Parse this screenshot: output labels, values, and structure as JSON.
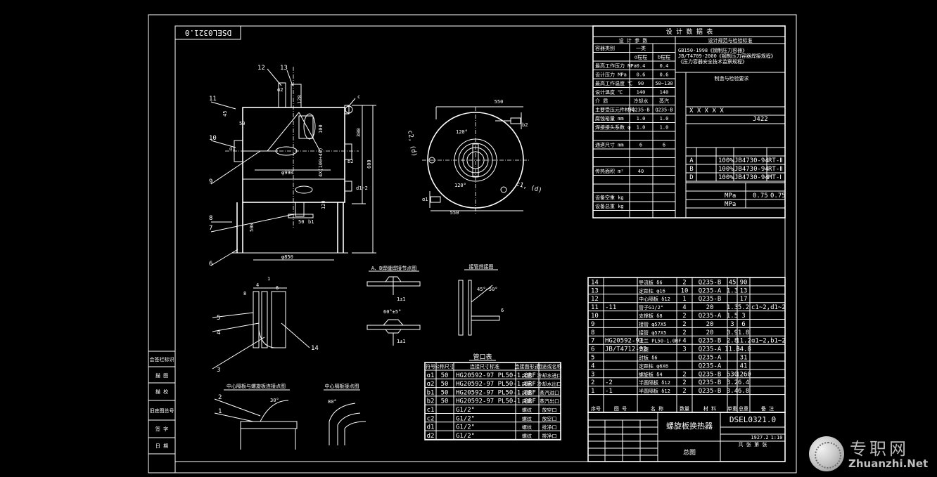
{
  "drawing_number": "DSEL0321.0",
  "design_data": {
    "title": "设 计 数 据 表",
    "header_left": "设 计 参 数",
    "header_right": "设计规范与检验标准",
    "rows": [
      {
        "label": "容器类别",
        "c1": "一类",
        "c2": ""
      },
      {
        "label": "",
        "c1": "ɑ程程",
        "c2": "b程程"
      },
      {
        "label": "最高工作压力 MPa",
        "c1": "0.4",
        "c2": "0.4"
      },
      {
        "label": "设计压力 MPa",
        "c1": "0.6",
        "c2": "0.6"
      },
      {
        "label": "最高工作温度 ℃",
        "c1": "90",
        "c2": "50~130"
      },
      {
        "label": "设计温度 ℃",
        "c1": "140",
        "c2": "140"
      },
      {
        "label": "介 质",
        "c1": "冷却水",
        "c2": "蒸汽"
      },
      {
        "label": "主要受压元件材料",
        "c1": "Q235-B",
        "c2": "Q235-B"
      },
      {
        "label": "腐蚀裕量 mm",
        "c1": "1.0",
        "c2": "1.0"
      },
      {
        "label": "焊接接头系数 φ",
        "c1": "1.0",
        "c2": "1.0"
      },
      {
        "label": "",
        "c1": "",
        "c2": ""
      },
      {
        "label": "通道尺寸 mm",
        "c1": "6",
        "c2": "6"
      },
      {
        "label": "",
        "c1": "",
        "c2": ""
      },
      {
        "label": "",
        "c1": "",
        "c2": ""
      },
      {
        "label": "传热面积 m²",
        "c1": "40",
        "c2": ""
      },
      {
        "label": "",
        "c1": "",
        "c2": ""
      },
      {
        "label": "",
        "c1": "",
        "c2": ""
      },
      {
        "label": "设备空重 kg",
        "c1": "",
        "c2": ""
      },
      {
        "label": "设备总重 kg",
        "c1": "",
        "c2": ""
      }
    ],
    "standards": [
      "GB150-1998《钢制压力容器》",
      "JB/T4709-2000《钢制压力容器焊接规程》",
      "《压力容器安全技术监察规程》"
    ],
    "weld_mark": "X X X X X",
    "weld_code": "J422",
    "ndt_rows": [
      {
        "code": "A",
        "pct": "100%",
        "std": "JB4730-94",
        "method": "RT-Ⅱ"
      },
      {
        "code": "B",
        "pct": "100%",
        "std": "JB4730-94",
        "method": "RT-Ⅱ"
      },
      {
        "code": "D",
        "pct": "100%",
        "std": "JB4730-94",
        "method": "MT-Ⅰ"
      }
    ],
    "test_pressure_a": "0.75",
    "test_pressure_b": "0.75",
    "unit_mpa": "MPa"
  },
  "parts_list": {
    "rows": [
      {
        "no": "14",
        "code": "",
        "name": "导流板 δ6",
        "qty": "2",
        "mat": "Q235-B",
        "w1": "45",
        "w2": "90",
        "note": ""
      },
      {
        "no": "13",
        "code": "",
        "name": "定距柱 φ16",
        "qty": "10",
        "mat": "Q235-A",
        "w1": "1.3",
        "w2": "13",
        "note": ""
      },
      {
        "no": "12",
        "code": "",
        "name": "中心隔板 δ12",
        "qty": "1",
        "mat": "Q235-B",
        "w1": "",
        "w2": "17",
        "note": ""
      },
      {
        "no": "11",
        "code": "-11",
        "name": "管子G1/2\"",
        "qty": "4",
        "mat": "20",
        "w1": "1.3",
        "w2": "5.2",
        "note": "c1~2,d1~2"
      },
      {
        "no": "10",
        "code": "",
        "name": "支撑板 δ8",
        "qty": "2",
        "mat": "Q235-A",
        "w1": "1.5",
        "w2": "3",
        "note": ""
      },
      {
        "no": "9",
        "code": "",
        "name": "接管 φ57X5",
        "qty": "2",
        "mat": "20",
        "w1": "3",
        "w2": "6",
        "note": ""
      },
      {
        "no": "8",
        "code": "",
        "name": "接管 φ57X5",
        "qty": "2",
        "mat": "20",
        "w1": "0.9",
        "w2": "1.8",
        "note": ""
      },
      {
        "no": "7",
        "code": "HG20592-97",
        "name": "法兰 PL50-1.0RF",
        "qty": "4",
        "mat": "Q235-B",
        "w1": "2.8",
        "w2": "11.2",
        "note": "ɑ1~2,b1~2"
      },
      {
        "no": "6",
        "code": "JB/T4712-92",
        "name": "支腿",
        "qty": "3",
        "mat": "Q235-A",
        "w1": "11.6",
        "w2": "34.8",
        "note": ""
      },
      {
        "no": "5",
        "code": "",
        "name": "封板 δ6",
        "qty": "",
        "mat": "Q235-A",
        "w1": "",
        "w2": "31",
        "note": ""
      },
      {
        "no": "4",
        "code": "",
        "name": "定距柱 φ6X6",
        "qty": "",
        "mat": "Q235-A",
        "w1": "",
        "w2": "41",
        "note": ""
      },
      {
        "no": "3",
        "code": "",
        "name": "螺旋板 δ4",
        "qty": "2",
        "mat": "Q235-B",
        "w1": "630",
        "w2": "1260",
        "note": ""
      },
      {
        "no": "2",
        "code": "-2",
        "name": "半圆隔板 δ12",
        "qty": "2",
        "mat": "Q235-B",
        "w1": "3.2",
        "w2": "6.4",
        "note": ""
      },
      {
        "no": "1",
        "code": "-1",
        "name": "半圆隔板 δ12",
        "qty": "2",
        "mat": "Q235-B",
        "w1": "3.4",
        "w2": "6.8",
        "note": ""
      }
    ],
    "headers": [
      "序号",
      "图 号",
      "名 称",
      "数量",
      "材 料",
      "单重",
      "总重",
      "备 注"
    ]
  },
  "nozzle_table": {
    "title": "管口表",
    "headers": [
      "符号",
      "公称尺寸",
      "连接尺寸标准",
      "连接面形式",
      "用途或名称"
    ],
    "rows": [
      {
        "sym": "ɑ1",
        "dn": "50",
        "std": "HG20592-97 PL50-1.0RF",
        "face": "突面",
        "use": "冷却水进口"
      },
      {
        "sym": "ɑ2",
        "dn": "50",
        "std": "HG20592-97 PL50-1.0RF",
        "face": "突面",
        "use": "冷却水出口"
      },
      {
        "sym": "b1",
        "dn": "50",
        "std": "HG20592-97 PL50-1.0RF",
        "face": "突面",
        "use": "蒸汽进口"
      },
      {
        "sym": "b2",
        "dn": "50",
        "std": "HG20592-97 PL50-1.0RF",
        "face": "突面",
        "use": "蒸汽出口"
      },
      {
        "sym": "c1",
        "dn": "",
        "std": "G1/2\"",
        "face": "螺纹",
        "use": "放空口"
      },
      {
        "sym": "c2",
        "dn": "",
        "std": "G1/2\"",
        "face": "螺纹",
        "use": "放空口"
      },
      {
        "sym": "d1",
        "dn": "",
        "std": "G1/2\"",
        "face": "螺纹",
        "use": "排净口"
      },
      {
        "sym": "d2",
        "dn": "",
        "std": "G1/2\"",
        "face": "螺纹",
        "use": "排净口"
      }
    ]
  },
  "title_block": {
    "name": "螺旋板换热器",
    "drawing_no": "DSEL0321.0",
    "sheet": "总图",
    "weight": "1927.2",
    "scale": "1:10",
    "sheet_info": "共 张 第 张"
  },
  "left_strip": [
    "会签栏标识",
    "描 图",
    "描 校",
    "旧底图总号",
    "签 字",
    "日 期"
  ],
  "details": {
    "ab_title": "A、B焊缝焊接节点图",
    "weld_title": "接管焊接图",
    "center_title": "中心隔板与螺旋板连接点图",
    "center2_title": "中心隔板接点图",
    "dim_1pm1": "1±1",
    "dim_60": "60°±5°",
    "dim_45": "45°~50°",
    "dim_80": "80°",
    "dim_30": "30°",
    "dim_6": "6",
    "dim_8": "8",
    "dim_4": "4",
    "dim_1": "1"
  },
  "main_view": {
    "labels": [
      "12",
      "13",
      "11",
      "10",
      "9",
      "8",
      "7",
      "6",
      "5",
      "4",
      "3",
      "2",
      "1",
      "14",
      "1"
    ],
    "dims": [
      "120",
      "100",
      "300",
      "600",
      "400",
      "φ990",
      "120",
      "500",
      "φ850",
      "45",
      "50",
      "50",
      "ɑ1",
      "b1",
      "d1~2",
      "c",
      "ɑ2",
      "b2",
      "4X(100+40)"
    ]
  },
  "side_view": {
    "dims": [
      "550",
      "550",
      "120°",
      "120°"
    ],
    "labels": [
      "c2, (d)",
      "c1, (d)",
      "ɑ1",
      "b2"
    ]
  },
  "watermark": {
    "cn": "专职网",
    "en": "Zhuanzhi.Net"
  }
}
